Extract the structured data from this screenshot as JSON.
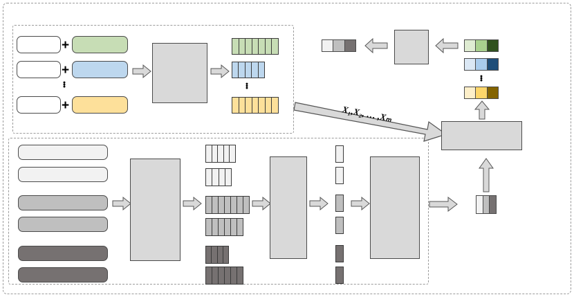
{
  "figure": {
    "type": "architecture-diagram",
    "title": "",
    "background": "#ffffff"
  },
  "labels": {
    "feature_sequence": "X₁,X₂, … ,Xₘ",
    "feature_sequence_plain": "X1,X2, ... ,Xm",
    "vertical_dots": "⋮"
  },
  "colors": {
    "green_light": "#c7ddb5",
    "green_pale": "#dfecd2",
    "green_dark": "#31521f",
    "blue_light": "#bdd7ee",
    "blue_pale": "#dbe8f5",
    "blue_dark": "#1f4e79",
    "yellow_light": "#fde09a",
    "yellow_pale": "#fdefc9",
    "yellow_dark": "#836300",
    "gray_module": "#d9d9d9",
    "gray_white": "#f2f2f2",
    "gray_mid": "#bfbfbf",
    "gray_dark": "#767171",
    "white": "#ffffff",
    "stroke": "#404040",
    "dashed_border": "#9a9a9a",
    "arrow_fill": "#d9d9d9"
  },
  "top_branch": {
    "name": "text-prompt-branch",
    "input_rows": [
      {
        "id": "row-1",
        "blank_box": "",
        "colored_box": "",
        "color": "#c7ddb5"
      },
      {
        "id": "row-2",
        "blank_box": "",
        "colored_box": "",
        "color": "#bdd7ee"
      },
      {
        "id": "row-3",
        "blank_box": "",
        "colored_box": "",
        "color": "#fde09a"
      }
    ],
    "plus_symbol": "+",
    "encoder_label": "",
    "output_bars": [
      {
        "id": "bar-green",
        "color": "#c7ddb5",
        "segments": 7,
        "width": 68
      },
      {
        "id": "bar-blue",
        "color": "#bdd7ee",
        "segments": 5,
        "width": 48
      },
      {
        "id": "bar-yellow",
        "color": "#fde09a",
        "segments": 7,
        "width": 68
      }
    ]
  },
  "bottom_branch": {
    "name": "image-patch-branch",
    "input_rows": [
      {
        "id": "in-1",
        "color": "#f2f2f2"
      },
      {
        "id": "in-2",
        "color": "#f2f2f2"
      },
      {
        "id": "in-3",
        "color": "#bfbfbf"
      },
      {
        "id": "in-4",
        "color": "#bfbfbf"
      },
      {
        "id": "in-5",
        "color": "#767171"
      },
      {
        "id": "in-6",
        "color": "#767171"
      }
    ],
    "encoder_label": "",
    "mid_bars": [
      {
        "id": "mb-1",
        "color": "#f2f2f2",
        "segments": 5,
        "width": 44
      },
      {
        "id": "mb-2",
        "color": "#f2f2f2",
        "segments": 4,
        "width": 38
      },
      {
        "id": "mb-3",
        "color": "#bfbfbf",
        "segments": 7,
        "width": 64
      },
      {
        "id": "mb-4",
        "color": "#bfbfbf",
        "segments": 6,
        "width": 55
      },
      {
        "id": "mb-5",
        "color": "#767171",
        "segments": 4,
        "width": 34
      },
      {
        "id": "mb-6",
        "color": "#767171",
        "segments": 6,
        "width": 55
      }
    ],
    "second_encoder_label": "",
    "token_bars": [
      {
        "id": "tb-1",
        "color": "#f2f2f2"
      },
      {
        "id": "tb-2",
        "color": "#f2f2f2"
      },
      {
        "id": "tb-3",
        "color": "#bfbfbf"
      },
      {
        "id": "tb-4",
        "color": "#bfbfbf"
      },
      {
        "id": "tb-5",
        "color": "#767171"
      },
      {
        "id": "tb-6",
        "color": "#767171"
      }
    ],
    "third_encoder_label": ""
  },
  "fusion": {
    "name": "fusion-module",
    "label": "",
    "output_swatches": [
      {
        "id": "sw-green",
        "cells": [
          "#dfecd2",
          "#a9d18e",
          "#31521f"
        ]
      },
      {
        "id": "sw-blue",
        "cells": [
          "#dbe8f5",
          "#a9cced",
          "#1f4e79"
        ]
      },
      {
        "id": "sw-yellow",
        "cells": [
          "#fdefc9",
          "#fdd66a",
          "#836300"
        ]
      }
    ]
  },
  "output": {
    "name": "decoder-module",
    "label": "",
    "gray_swatch": {
      "id": "sw-gray-out",
      "cells": [
        "#f2f2f2",
        "#bfbfbf",
        "#767171"
      ]
    },
    "final_swatch": {
      "id": "sw-gray-final",
      "cells": [
        "#f2f2f2",
        "#bfbfbf",
        "#767171"
      ]
    }
  },
  "arrows": [
    {
      "id": "arrow-top-enc-in",
      "direction": "right"
    },
    {
      "id": "arrow-top-enc-out",
      "direction": "right"
    },
    {
      "id": "arrow-bot-enc-in",
      "direction": "right"
    },
    {
      "id": "arrow-bot-enc-out",
      "direction": "right"
    },
    {
      "id": "arrow-bot-enc2-out",
      "direction": "right"
    },
    {
      "id": "arrow-bot-tokens-in",
      "direction": "right"
    },
    {
      "id": "arrow-bot-final-out",
      "direction": "right"
    },
    {
      "id": "arrow-features-diagonal",
      "direction": "down-right"
    },
    {
      "id": "arrow-fusion-up",
      "direction": "up"
    },
    {
      "id": "arrow-decoder-up",
      "direction": "up"
    },
    {
      "id": "arrow-decoder-left",
      "direction": "left"
    },
    {
      "id": "arrow-output-left",
      "direction": "left"
    }
  ]
}
